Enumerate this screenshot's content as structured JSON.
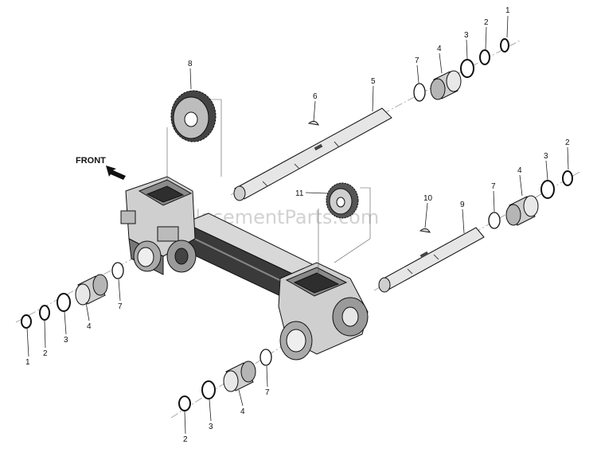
{
  "diagram": {
    "front_label": "FRONT",
    "watermark": "eReplacementParts.com"
  },
  "callouts": [
    "1",
    "2",
    "3",
    "4",
    "5",
    "6",
    "7",
    "8",
    "9",
    "10",
    "11"
  ]
}
